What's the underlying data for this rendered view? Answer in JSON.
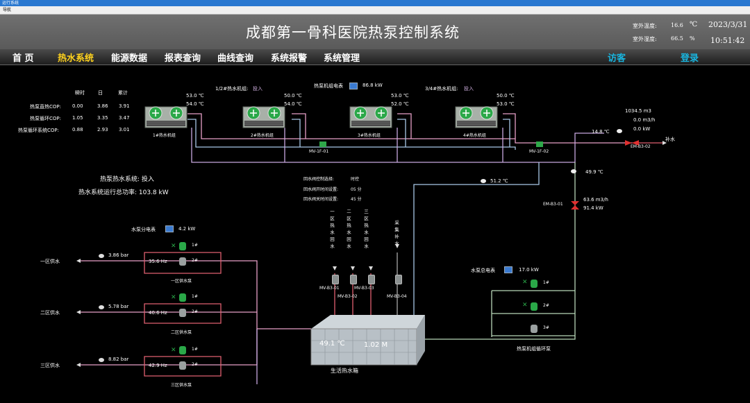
{
  "window": {
    "title": "运行系统",
    "menu": "导航"
  },
  "header": {
    "title": "成都第一骨科医院热泵控制系统",
    "outdoor_temp_label": "室外温度:",
    "outdoor_temp_value": "16.6",
    "outdoor_temp_unit": "℃",
    "outdoor_humidity_label": "室外湿度:",
    "outdoor_humidity_value": "66.5",
    "outdoor_humidity_unit": "%",
    "date": "2023/3/31",
    "time": "10:51:42"
  },
  "nav": {
    "items": [
      "首 页",
      "热水系统",
      "能源数据",
      "报表查询",
      "曲线查询",
      "系统报警",
      "系统管理"
    ],
    "active": "热水系统",
    "visitor": "访客",
    "login": "登录"
  },
  "cop": {
    "headers": [
      "瞬时",
      "日",
      "累计"
    ],
    "rows": [
      {
        "label": "热泵直热COP:",
        "instant": "0.00",
        "day": "3.86",
        "total": "3.91"
      },
      {
        "label": "热泵循环COP:",
        "instant": "1.05",
        "day": "3.35",
        "total": "3.47"
      },
      {
        "label": "热泵循环系统COP:",
        "instant": "0.88",
        "day": "2.93",
        "total": "3.01"
      }
    ]
  },
  "system": {
    "status_text": "热泵热水系统: 投入",
    "power_text": "热水系统运行总功率: 103.8 kW"
  },
  "units": [
    {
      "name": "1#热水机组",
      "t1": "53.0 ℃",
      "t2": "54.0 ℃"
    },
    {
      "name": "2#热水机组",
      "t1": "50.0 ℃",
      "t2": "54.0 ℃"
    },
    {
      "name": "3#热水机组",
      "t1": "53.0 ℃",
      "t2": "52.0 ℃"
    },
    {
      "name": "4#热水机组",
      "t1": "50.0 ℃",
      "t2": "53.0 ℃"
    }
  ],
  "groups": {
    "g12_label": "1/2#热水机组:",
    "g12_state": "投入",
    "g34_label": "3/4#热水机组:",
    "g34_state": "投入"
  },
  "meter": {
    "unit_meter_label": "热泵机组电表",
    "unit_meter_value": "86.8 kW"
  },
  "valves": {
    "mv1": "MV-1F-01",
    "mv2": "MV-1F-02"
  },
  "makeup": {
    "volume": "1034.5 m3",
    "flow": "0.0 m3/h",
    "power": "0.0 kW",
    "temp": "14.8 ℃",
    "meter": "EM-B3-02",
    "label": "补水"
  },
  "loop": {
    "temp_right": "49.9 ℃",
    "temp_mid": "51.2 ℃",
    "em": "EM-B3-01",
    "flow": "63.6 m3/h",
    "power": "91.4 kW"
  },
  "return_valve": {
    "mode_label": "回水阀控制选择:",
    "mode_value": "时控",
    "open_label": "回水阀开时间设置:",
    "open_value": "05 分",
    "close_label": "回水阀关时间设置:",
    "close_value": "45 分"
  },
  "vertical_labels": [
    "一区热水回水",
    "二区热水回水",
    "三区热水回水",
    "采集补水"
  ],
  "mv_b3": [
    "MV-B3-01",
    "MV-B3-02",
    "MV-B3-03",
    "MV-B3-04"
  ],
  "tank": {
    "temp": "49.1 ℃",
    "level": "1.02 M",
    "label": "生活热水箱"
  },
  "zone_meter": {
    "label": "水泵分电表",
    "value": "4.2 kW"
  },
  "zones": [
    {
      "supply": "一区供水",
      "pressure": "3.86 bar",
      "freq": "35.6 Hz",
      "pump_label": "一区供水泵"
    },
    {
      "supply": "二区供水",
      "pressure": "5.78 bar",
      "freq": "40.6 Hz",
      "pump_label": "二区供水泵"
    },
    {
      "supply": "三区供水",
      "pressure": "8.82 bar",
      "freq": "42.9 Hz",
      "pump_label": "三区供水泵"
    }
  ],
  "pump_names": [
    "1#",
    "2#",
    "3#"
  ],
  "circ": {
    "meter_label": "水泵总电表",
    "meter_value": "17.0 kW",
    "label": "热泵机组循环泵"
  }
}
